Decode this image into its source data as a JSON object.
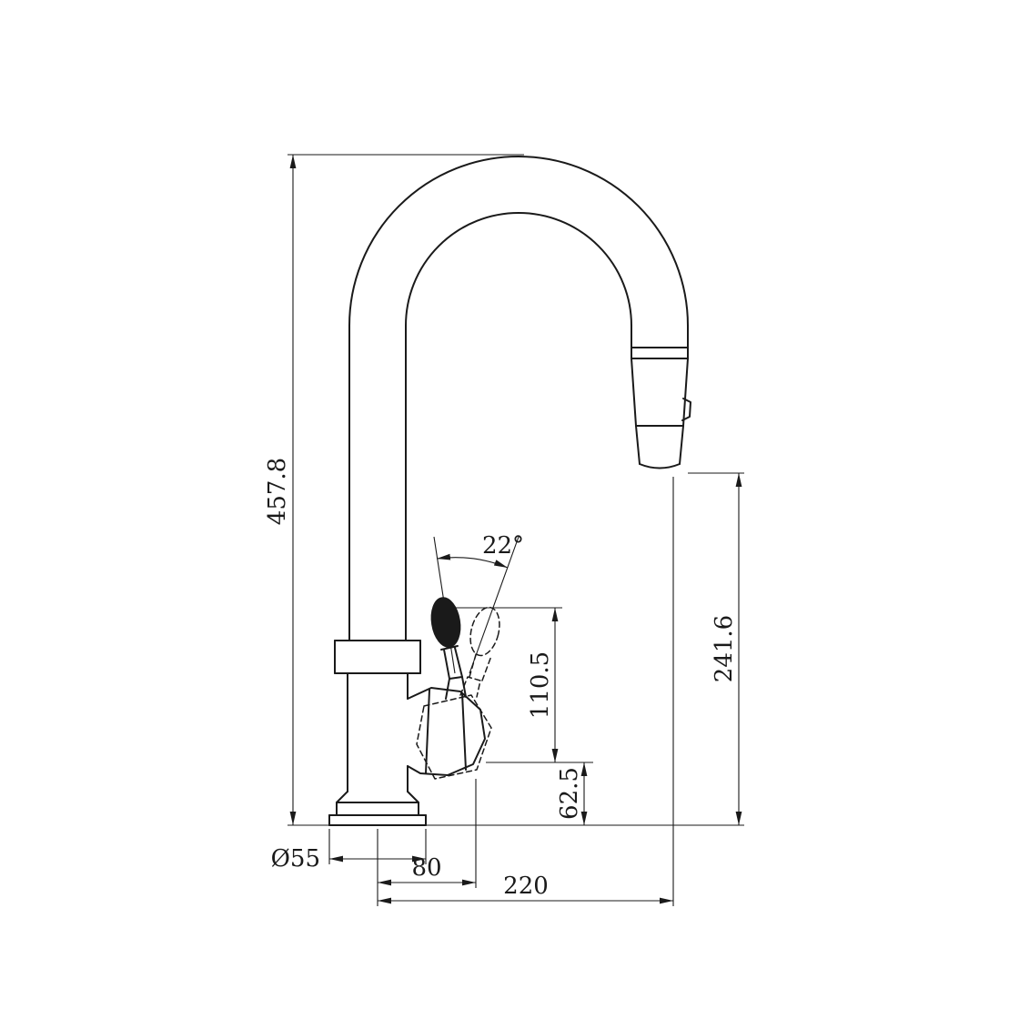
{
  "page": {
    "background": "#ffffff"
  },
  "drawing": {
    "line_color": "#1a1a1a",
    "type": "faucet-technical-dimension-drawing",
    "labels": {
      "overall_height": "457.8",
      "spout_outlet_height": "241.6",
      "handle_top_height": "110.5",
      "outlet_center_height": "62.5",
      "handle_swing_angle": "22°",
      "base_diameter": "Ø55",
      "handle_reach": "80",
      "spout_reach": "220"
    }
  }
}
